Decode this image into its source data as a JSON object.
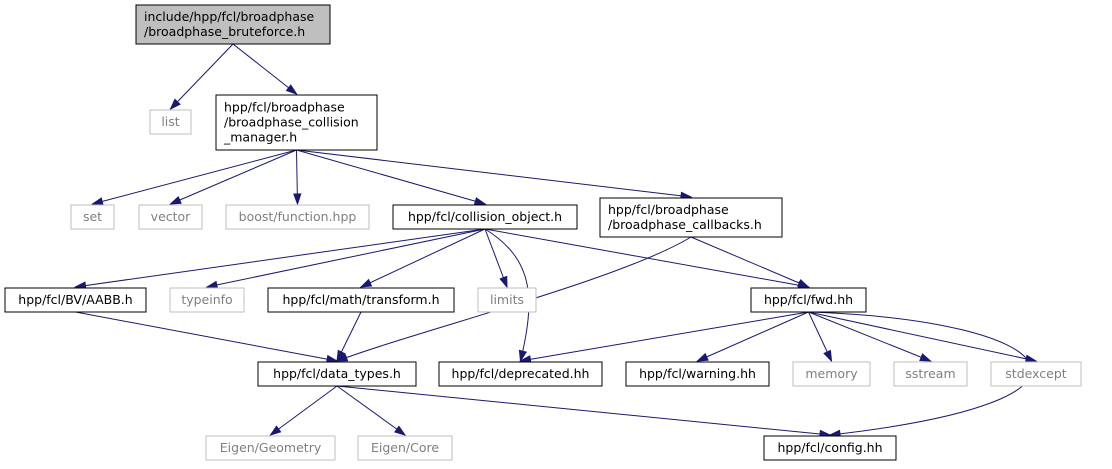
{
  "graph": {
    "nodes": [
      {
        "id": "root",
        "lines": [
          "include/hpp/fcl/broadphase",
          "/broadphase_bruteforce.h"
        ],
        "style": "root"
      },
      {
        "id": "list",
        "lines": [
          "list"
        ],
        "style": "system"
      },
      {
        "id": "manager",
        "lines": [
          "hpp/fcl/broadphase",
          "/broadphase_collision",
          "_manager.h"
        ],
        "style": "local"
      },
      {
        "id": "set",
        "lines": [
          "set"
        ],
        "style": "system"
      },
      {
        "id": "vector",
        "lines": [
          "vector"
        ],
        "style": "system"
      },
      {
        "id": "boostfn",
        "lines": [
          "boost/function.hpp"
        ],
        "style": "system"
      },
      {
        "id": "collobj",
        "lines": [
          "hpp/fcl/collision_object.h"
        ],
        "style": "local"
      },
      {
        "id": "callbacks",
        "lines": [
          "hpp/fcl/broadphase",
          "/broadphase_callbacks.h"
        ],
        "style": "local"
      },
      {
        "id": "aabb",
        "lines": [
          "hpp/fcl/BV/AABB.h"
        ],
        "style": "local"
      },
      {
        "id": "typeinfo",
        "lines": [
          "typeinfo"
        ],
        "style": "system"
      },
      {
        "id": "transform",
        "lines": [
          "hpp/fcl/math/transform.h"
        ],
        "style": "local"
      },
      {
        "id": "limits",
        "lines": [
          "limits"
        ],
        "style": "system"
      },
      {
        "id": "fwd",
        "lines": [
          "hpp/fcl/fwd.hh"
        ],
        "style": "local"
      },
      {
        "id": "datatypes",
        "lines": [
          "hpp/fcl/data_types.h"
        ],
        "style": "local"
      },
      {
        "id": "deprecated",
        "lines": [
          "hpp/fcl/deprecated.hh"
        ],
        "style": "local"
      },
      {
        "id": "warning",
        "lines": [
          "hpp/fcl/warning.hh"
        ],
        "style": "local"
      },
      {
        "id": "memory",
        "lines": [
          "memory"
        ],
        "style": "system"
      },
      {
        "id": "sstream",
        "lines": [
          "sstream"
        ],
        "style": "system"
      },
      {
        "id": "stdexcept",
        "lines": [
          "stdexcept"
        ],
        "style": "system"
      },
      {
        "id": "geometry",
        "lines": [
          "Eigen/Geometry"
        ],
        "style": "system"
      },
      {
        "id": "core",
        "lines": [
          "Eigen/Core"
        ],
        "style": "system"
      },
      {
        "id": "config",
        "lines": [
          "hpp/fcl/config.hh"
        ],
        "style": "local"
      }
    ],
    "edges": [
      [
        "root",
        "list"
      ],
      [
        "root",
        "manager"
      ],
      [
        "manager",
        "set"
      ],
      [
        "manager",
        "vector"
      ],
      [
        "manager",
        "boostfn"
      ],
      [
        "manager",
        "collobj"
      ],
      [
        "manager",
        "callbacks"
      ],
      [
        "collobj",
        "aabb"
      ],
      [
        "collobj",
        "typeinfo"
      ],
      [
        "collobj",
        "transform"
      ],
      [
        "collobj",
        "limits"
      ],
      [
        "collobj",
        "fwd"
      ],
      [
        "collobj",
        "deprecated"
      ],
      [
        "callbacks",
        "datatypes"
      ],
      [
        "callbacks",
        "fwd"
      ],
      [
        "aabb",
        "datatypes"
      ],
      [
        "transform",
        "datatypes"
      ],
      [
        "fwd",
        "deprecated"
      ],
      [
        "fwd",
        "warning"
      ],
      [
        "fwd",
        "memory"
      ],
      [
        "fwd",
        "sstream"
      ],
      [
        "fwd",
        "stdexcept"
      ],
      [
        "fwd",
        "config"
      ],
      [
        "datatypes",
        "geometry"
      ],
      [
        "datatypes",
        "core"
      ],
      [
        "datatypes",
        "config"
      ]
    ],
    "colors": {
      "edge": "#191970",
      "root_fill": "#bfbfbf",
      "local_border": "#000000",
      "system_border": "#bfbfbf",
      "system_text": "#7f7f7f",
      "text": "#000000"
    }
  }
}
